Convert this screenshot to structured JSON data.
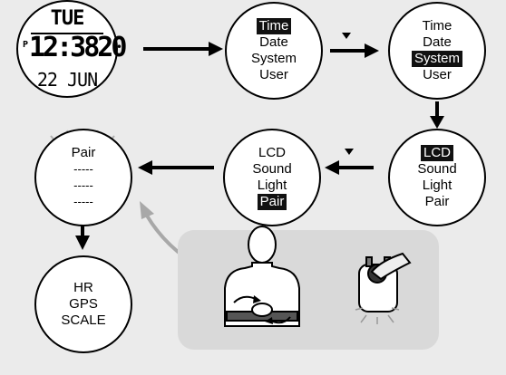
{
  "watch": {
    "day": "TUE",
    "p_indicator": "P",
    "time": "12:3820",
    "date": "22 JUN"
  },
  "menus": {
    "menu1": {
      "items": [
        "Time",
        "Date",
        "System",
        "User"
      ],
      "selected": 0
    },
    "menu2": {
      "items": [
        "Time",
        "Date",
        "System",
        "User"
      ],
      "selected": 2
    },
    "menu3": {
      "items": [
        "LCD",
        "Sound",
        "Light",
        "Pair"
      ],
      "selected": 0
    },
    "menu4": {
      "items": [
        "LCD",
        "Sound",
        "Light",
        "Pair"
      ],
      "selected": 3
    },
    "pair": {
      "title": "Pair",
      "rows": [
        "-----",
        "-----",
        "-----"
      ]
    },
    "devices": {
      "items": [
        "HR",
        "GPS",
        "SCALE"
      ]
    }
  },
  "colors": {
    "arrow": "#000000",
    "pair_arrow": "#a8a8a8",
    "panel": "#d9d9d9",
    "highlight": "#111111"
  },
  "icons": [
    "down-triangle-icon",
    "chest-strap-illustration",
    "pod-button-illustration"
  ]
}
